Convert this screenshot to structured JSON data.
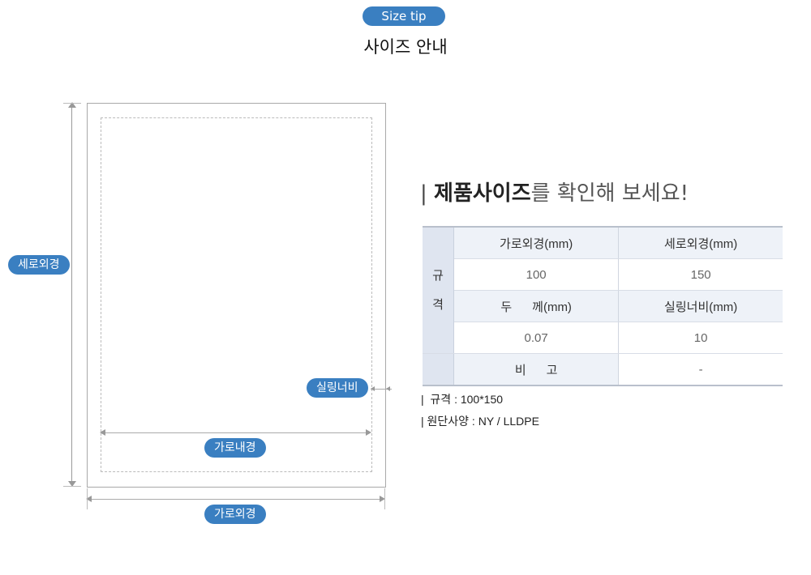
{
  "badge": "Size tip",
  "title": "사이즈 안내",
  "labels": {
    "height_outer": "세로외경",
    "sealing_width": "실링너비",
    "width_inner": "가로내경",
    "width_outer": "가로외경"
  },
  "heading": {
    "bar": "|",
    "bold": "제품사이즈",
    "light": "를 확인해 보세요!"
  },
  "table": {
    "row_label_top": "규",
    "row_label_bottom": "격",
    "headers_1": [
      "가로외경(mm)",
      "세로외경(mm)"
    ],
    "values_1": [
      "100",
      "150"
    ],
    "headers_2": [
      "두      께(mm)",
      "실링너비(mm)"
    ],
    "values_2": [
      "0.07",
      "10"
    ],
    "remark_label": "비      고",
    "remark_value": "-"
  },
  "notes": [
    "|  규격 : 100*150",
    "| 원단사양 : NY / LLDPE"
  ],
  "colors": {
    "accent": "#3a7fc1"
  }
}
